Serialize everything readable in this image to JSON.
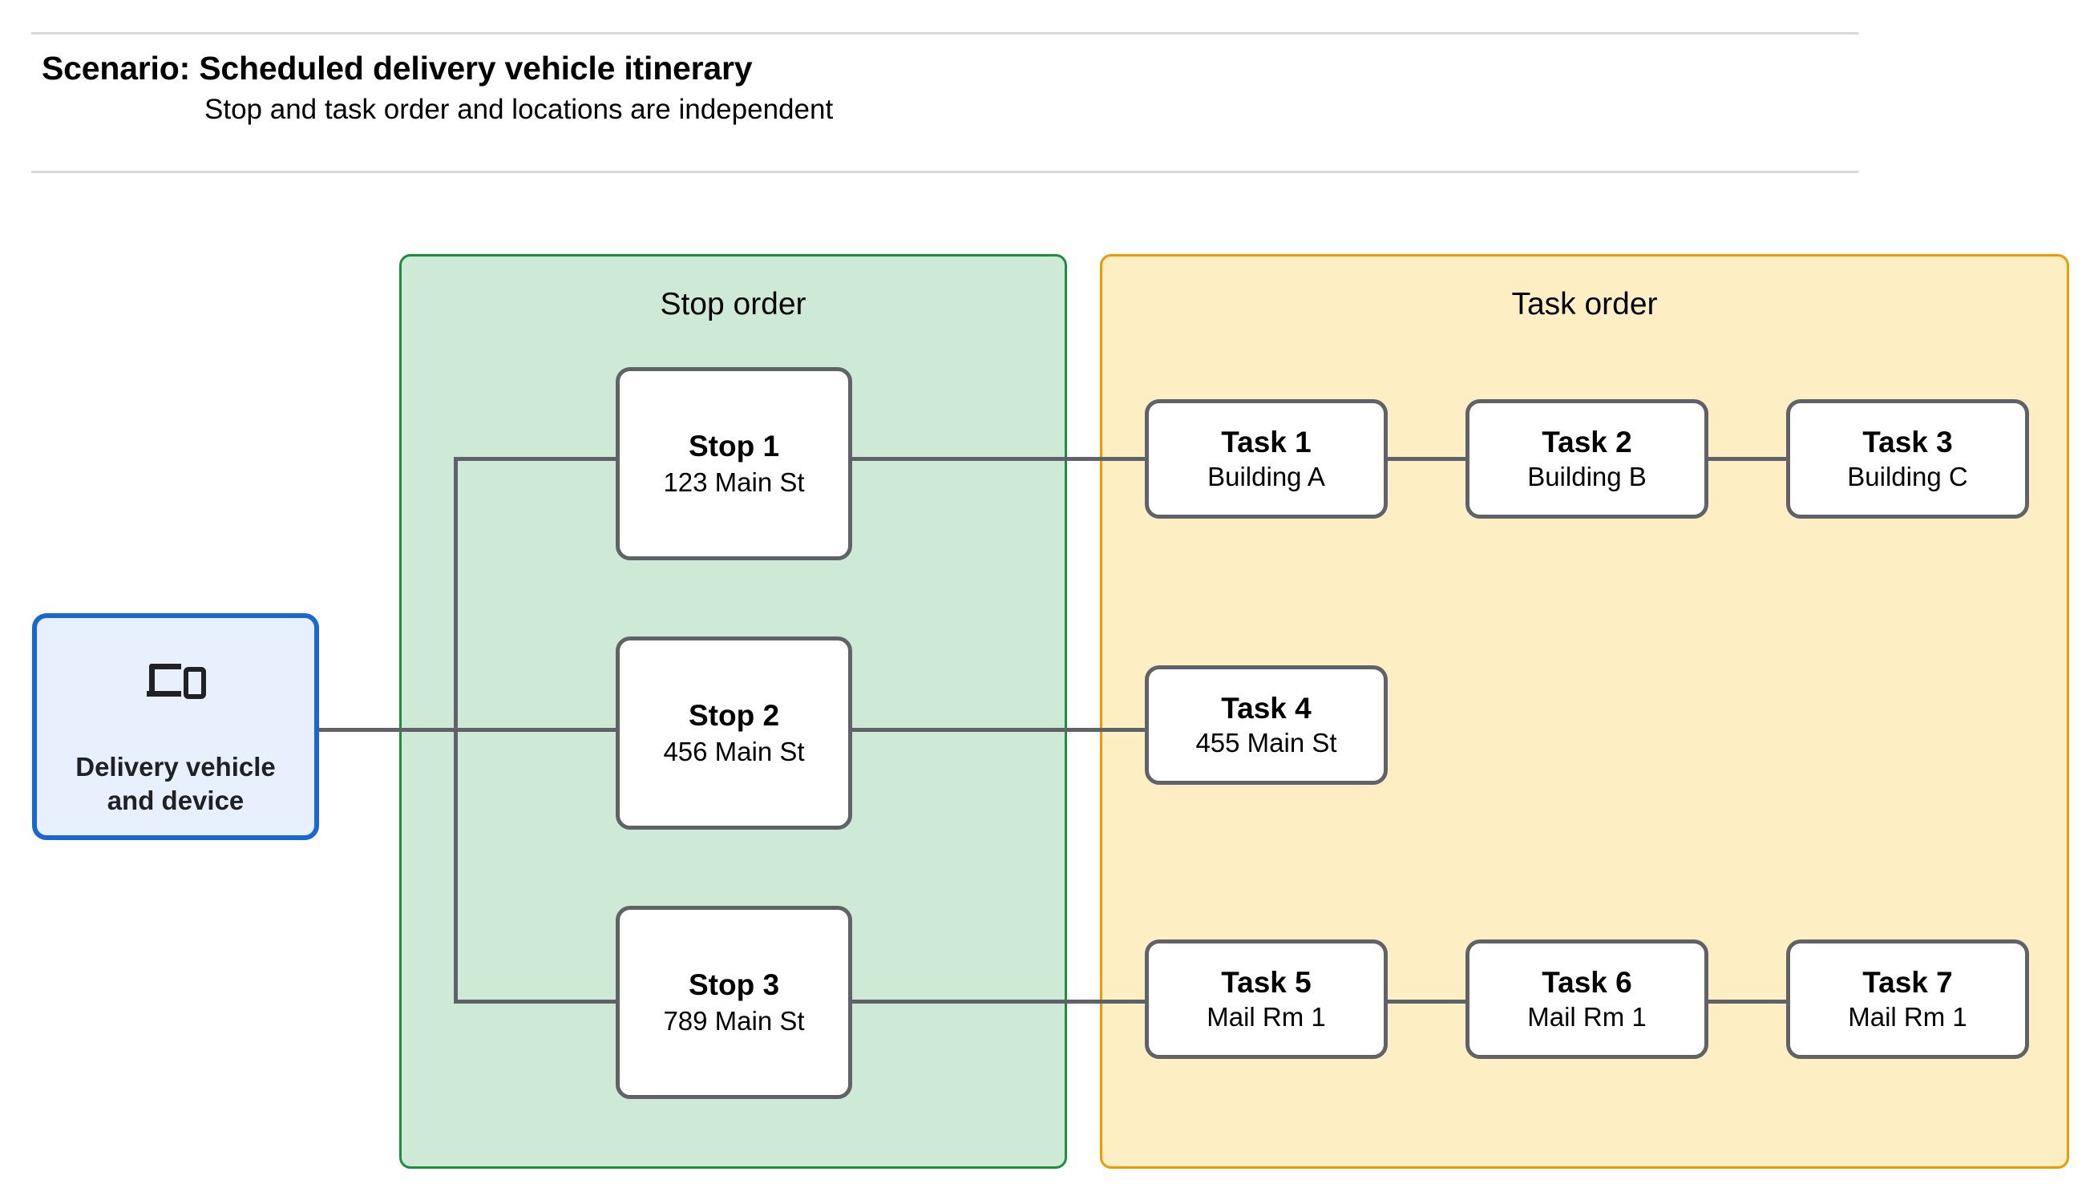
{
  "header": {
    "title": "Scenario: Scheduled delivery vehicle itinerary",
    "subtitle": "Stop and task order and locations are independent"
  },
  "delivery_vehicle": {
    "icon": "devices-icon",
    "label": "Delivery vehicle\nand device",
    "border_color": "#1967d2",
    "fill_color": "#e8f0fe"
  },
  "panels": {
    "stop_order": {
      "title": "Stop order",
      "fill_color": "#cee9d6",
      "border_color": "#1e8e3e"
    },
    "task_order": {
      "title": "Task order",
      "fill_color": "#fdefc3",
      "border_color": "#f29900"
    }
  },
  "stops": [
    {
      "title": "Stop 1",
      "location": "123 Main St"
    },
    {
      "title": "Stop 2",
      "location": "456 Main St"
    },
    {
      "title": "Stop 3",
      "location": "789 Main St"
    }
  ],
  "task_rows": [
    {
      "tasks": [
        {
          "title": "Task 1",
          "location": "Building A"
        },
        {
          "title": "Task 2",
          "location": "Building B"
        },
        {
          "title": "Task 3",
          "location": "Building C"
        }
      ]
    },
    {
      "tasks": [
        {
          "title": "Task 4",
          "location": "455 Main St"
        }
      ]
    },
    {
      "tasks": [
        {
          "title": "Task 5",
          "location": "Mail Rm 1"
        },
        {
          "title": "Task 6",
          "location": "Mail Rm 1"
        },
        {
          "title": "Task 7",
          "location": "Mail Rm 1"
        }
      ]
    }
  ],
  "colors": {
    "connector": "#5f6368",
    "node_border": "#5f6368",
    "rule": "#d9d9d9"
  }
}
